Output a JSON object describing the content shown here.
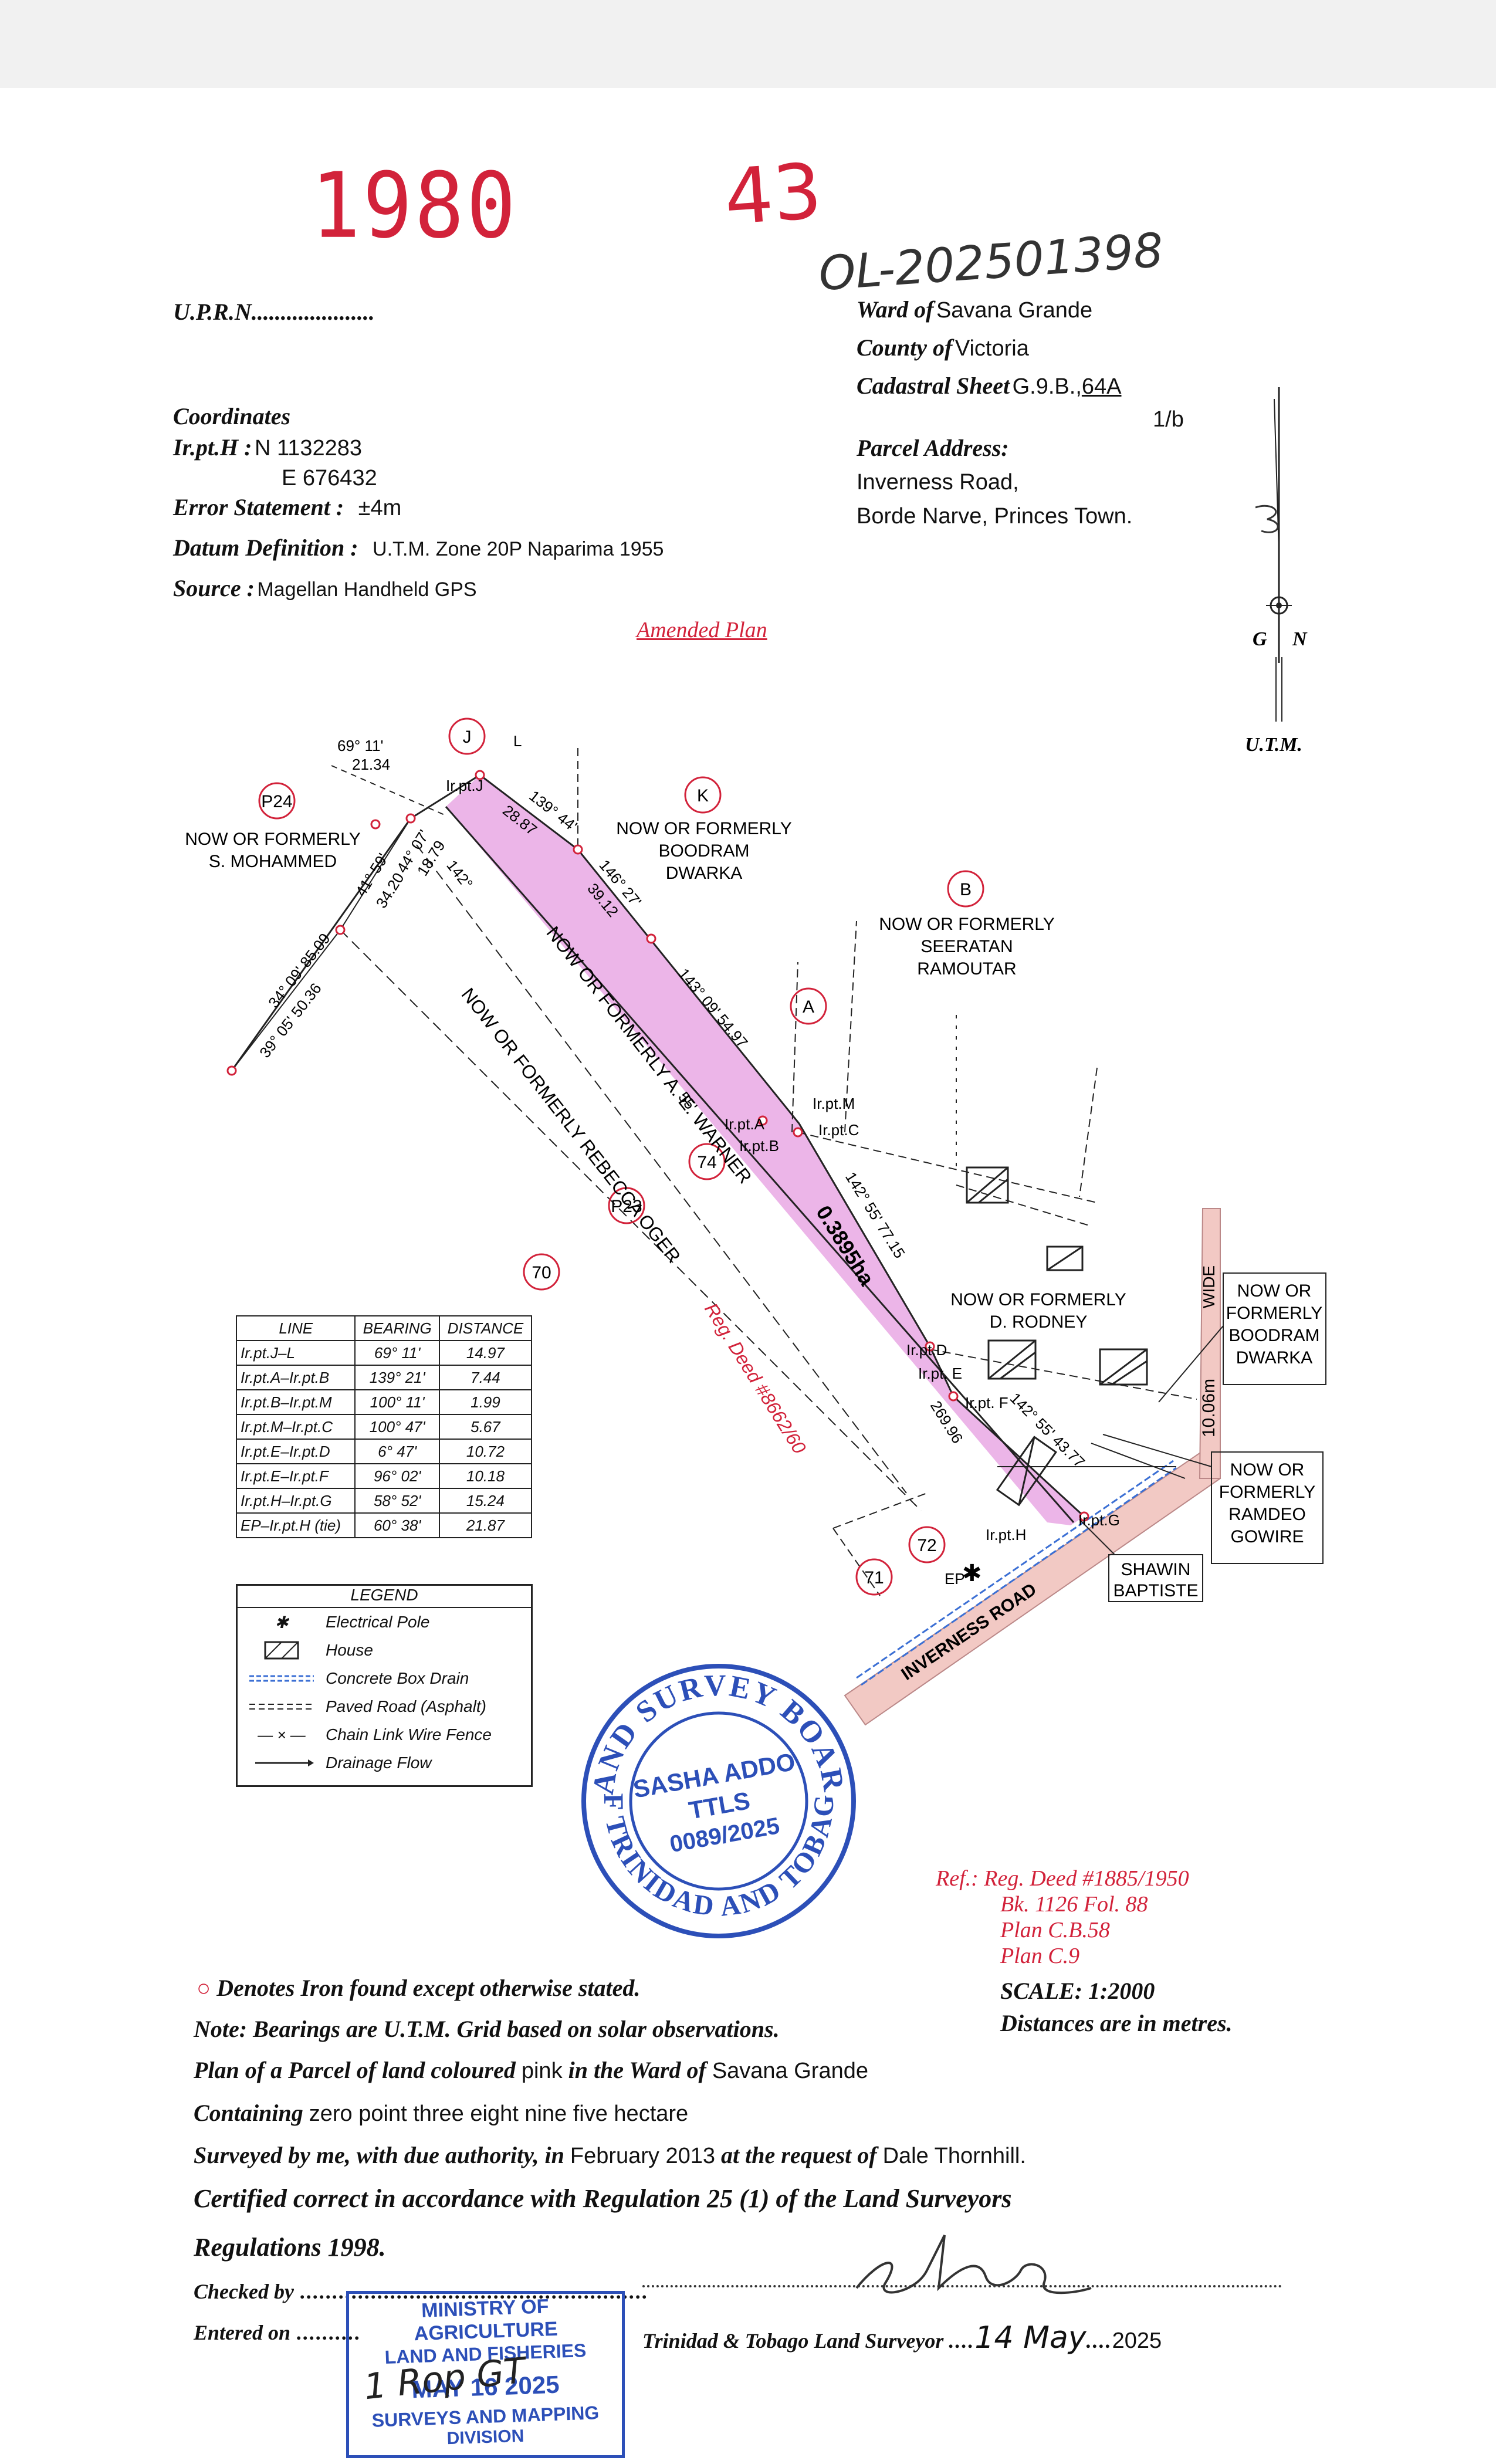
{
  "header": {
    "stamp_year": "1980",
    "stamp_number": "43",
    "reference_number": "OL-202501398",
    "uprn_label": "U.P.R.N.",
    "uprn_dots": "....................",
    "ward_label": "Ward of",
    "ward_value": "Savana Grande",
    "county_label": "County of",
    "county_value": "Victoria",
    "cadastral_label": "Cadastral Sheet",
    "cadastral_value": "G.9.B.,",
    "cadastral_num": "64A",
    "cadastral_den": "1/b",
    "coordinates_label": "Coordinates",
    "irpt_h_label": "Ir.pt.H :",
    "northing": "N 1132283",
    "easting": "E 676432",
    "error_label": "Error Statement :",
    "error_value": "±4m",
    "datum_label": "Datum Definition :",
    "datum_value": "U.T.M. Zone 20P Naparima 1955",
    "source_label": "Source :",
    "source_value": "Magellan Handheld GPS",
    "address_label": "Parcel Address:",
    "address_line1": "Inverness Road,",
    "address_line2": "Borde Narve, Princes Town.",
    "amended": "Amended Plan"
  },
  "north": {
    "g": "G",
    "n": "N",
    "utm": "U.T.M."
  },
  "map": {
    "circles": [
      "P24",
      "J",
      "K",
      "B",
      "A",
      "74",
      "P23",
      "70",
      "72",
      "71"
    ],
    "owner_mohammed": [
      "NOW OR FORMERLY",
      "S. MOHAMMED"
    ],
    "owner_dwarka_top": [
      "NOW OR FORMERLY",
      "BOODRAM",
      "DWARKA"
    ],
    "owner_ramoutar": [
      "NOW OR FORMERLY",
      "SEERATAN",
      "RAMOUTAR"
    ],
    "owner_warner": "NOW OR FORMERLY A. E. WARNER",
    "owner_oger": "NOW OR FORMERLY REBECCA OGER",
    "owner_rodney": [
      "NOW OR FORMERLY",
      "D. RODNEY"
    ],
    "owner_dwarka_box": [
      "NOW OR",
      "FORMERLY",
      "BOODRAM",
      "DWARKA"
    ],
    "owner_gowire": [
      "NOW OR",
      "FORMERLY",
      "RAMDEO",
      "GOWIRE"
    ],
    "owner_baptiste": [
      "SHAWIN",
      "BAPTISTE"
    ],
    "area": "0.3895ha",
    "reg_deed": "Reg. Deed #8662/60",
    "road": "INVERNESS ROAD",
    "road_width": "10.06m",
    "road_wide": "WIDE",
    "dim_69_11": "69° 11'",
    "dim_21_34": "21.34",
    "dim_139_44": "139° 44'",
    "dim_28_87": "28.87",
    "dim_146_27": "146° 27'",
    "dim_39_12": "39.12",
    "dim_143_09": "143° 09' 54.97",
    "dim_142_55": "142° 55' 77.15",
    "dim_142_55b": "142° 55' 43.77",
    "dim_269_96": "269.96",
    "dim_142": "142°",
    "dim_55": "55'",
    "dim_44_07": "44° 07'",
    "dim_18_79": "18.79",
    "dim_41_59": "41° 59'",
    "dim_34_20": "34.20",
    "dim_34_09": "34° 09' 85.09",
    "dim_39_05": "39° 05' 50.36",
    "pt_L": "L",
    "pt_J": "Ir.pt.J",
    "pt_A": "Ir.pt.A",
    "pt_B": "Ir.pt.B",
    "pt_M": "Ir.pt.M",
    "pt_C": "Ir.pt.C",
    "pt_D": "Ir.pt.D",
    "pt_E": "Ir.pt. E",
    "pt_F": "Ir.pt. F",
    "pt_H": "Ir.pt.H",
    "pt_G": "Ir.pt.G",
    "pt_EP": "EP"
  },
  "bearing_table": {
    "headers": [
      "LINE",
      "BEARING",
      "DISTANCE"
    ],
    "rows": [
      [
        "Ir.pt.J–L",
        "69° 11'",
        "14.97"
      ],
      [
        "Ir.pt.A–Ir.pt.B",
        "139° 21'",
        "7.44"
      ],
      [
        "Ir.pt.B–Ir.pt.M",
        "100° 11'",
        "1.99"
      ],
      [
        "Ir.pt.M–Ir.pt.C",
        "100° 47'",
        "5.67"
      ],
      [
        "Ir.pt.E–Ir.pt.D",
        "6° 47'",
        "10.72"
      ],
      [
        "Ir.pt.E–Ir.pt.F",
        "96° 02'",
        "10.18"
      ],
      [
        "Ir.pt.H–Ir.pt.G",
        "58° 52'",
        "15.24"
      ],
      [
        "EP–Ir.pt.H (tie)",
        "60° 38'",
        "21.87"
      ]
    ]
  },
  "legend": {
    "title": "LEGEND",
    "items": [
      "Electrical Pole",
      "House",
      "Concrete Box Drain",
      "Paved Road (Asphalt)",
      "Chain Link Wire Fence",
      "Drainage Flow"
    ]
  },
  "seal": {
    "ring_top": "LAND SURVEY BOARD",
    "ring_bottom": "OF TRINIDAD AND TOBAGO",
    "name": "SASHA ADDO",
    "title": "TTLS",
    "number": "0089/2025"
  },
  "references": {
    "ref_label": "Ref.:",
    "lines": [
      "Reg. Deed #1885/1950",
      "Bk. 1126 Fol. 88",
      "Plan C.B.58",
      "Plan C.9"
    ]
  },
  "footer": {
    "scale": "SCALE: 1:2000",
    "distances": "Distances are in metres.",
    "iron_note": "Denotes Iron found except otherwise stated.",
    "bearings_note": "Note: Bearings are U.T.M. Grid based on solar observations.",
    "plan_a": "Plan of a Parcel of land coloured",
    "plan_pink": "pink",
    "plan_b": "in the Ward of",
    "plan_ward": "Savana Grande",
    "containing_label": "Containing",
    "containing_value": "zero point three eight nine five hectare",
    "surveyed_a": "Surveyed by me, with due authority, in",
    "surveyed_date": "February 2013",
    "surveyed_b": "at the request of",
    "surveyed_client": "Dale Thornhill.",
    "certified": "Certified correct in accordance with Regulation 25 (1) of the Land Surveyors",
    "regulations": "Regulations 1998.",
    "checked_label": "Checked by",
    "entered_label": "Entered on",
    "surveyor_label": "Trinidad & Tobago Land Surveyor",
    "survey_date": "14 May",
    "year": "2025"
  },
  "ministry_stamp": {
    "line1": "MINISTRY OF AGRICULTURE",
    "line2": "LAND AND FISHERIES",
    "date": "MAY 16 2025",
    "line3": "SURVEYS AND MAPPING",
    "line4": "DIVISION",
    "handwritten": "1 Rop GT"
  },
  "colors": {
    "stamp_red": "#d2223a",
    "parcel_pink": "#e9a8e4",
    "road_pink": "#f2c9c4",
    "seal_blue": "#2c4fb8",
    "drain_blue": "#3b6fd4"
  }
}
